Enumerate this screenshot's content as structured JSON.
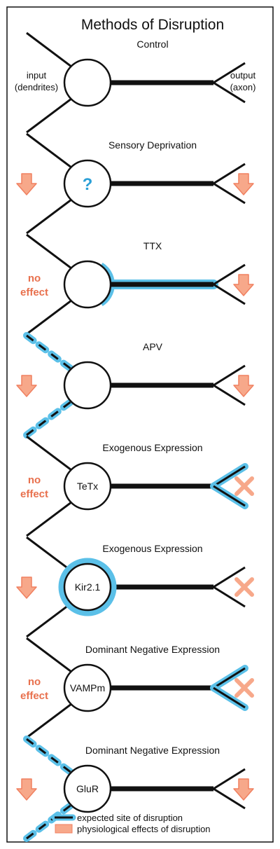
{
  "title": "Methods of Disruption",
  "panels": [
    {
      "label": "Control",
      "input_note": [
        "input",
        "(dendrites)"
      ],
      "output_note": [
        "output",
        "(axon)"
      ],
      "soma_text": "",
      "input_effect": "none",
      "output_effect": "none",
      "disrupt": []
    },
    {
      "label": "Sensory Deprivation",
      "soma_text": "?",
      "input_effect": "arrow",
      "output_effect": "arrow",
      "disrupt": []
    },
    {
      "label": "TTX",
      "soma_text": "",
      "input_effect": "no effect",
      "output_effect": "arrow",
      "disrupt": [
        "axon"
      ]
    },
    {
      "label": "APV",
      "soma_text": "",
      "input_effect": "arrow",
      "output_effect": "arrow",
      "disrupt": [
        "dendrites"
      ]
    },
    {
      "label": "Exogenous Expression",
      "soma_text": "TeTx",
      "input_effect": "no effect",
      "output_effect": "x",
      "disrupt": [
        "terminal"
      ]
    },
    {
      "label": "Exogenous Expression",
      "soma_text": "Kir2.1",
      "input_effect": "arrow",
      "output_effect": "x",
      "disrupt": [
        "soma"
      ]
    },
    {
      "label": "Dominant Negative Expression",
      "soma_text": "VAMPm",
      "input_effect": "no effect",
      "output_effect": "x",
      "disrupt": [
        "terminal"
      ]
    },
    {
      "label": "Dominant Negative Expression",
      "soma_text": "GluR",
      "input_effect": "arrow",
      "output_effect": "arrow",
      "disrupt": [
        "dendrites"
      ]
    }
  ],
  "legend": {
    "disruption_label": "expected site of disruption",
    "effect_label": "physiological effects of disruption"
  },
  "colors": {
    "line": "#111111",
    "disruption_blue": "#5bc0e8",
    "effect_orange": "#f08060",
    "effect_fill": "#f7a88a",
    "text_orange": "#e8704d",
    "question_blue": "#2a9fd6"
  }
}
